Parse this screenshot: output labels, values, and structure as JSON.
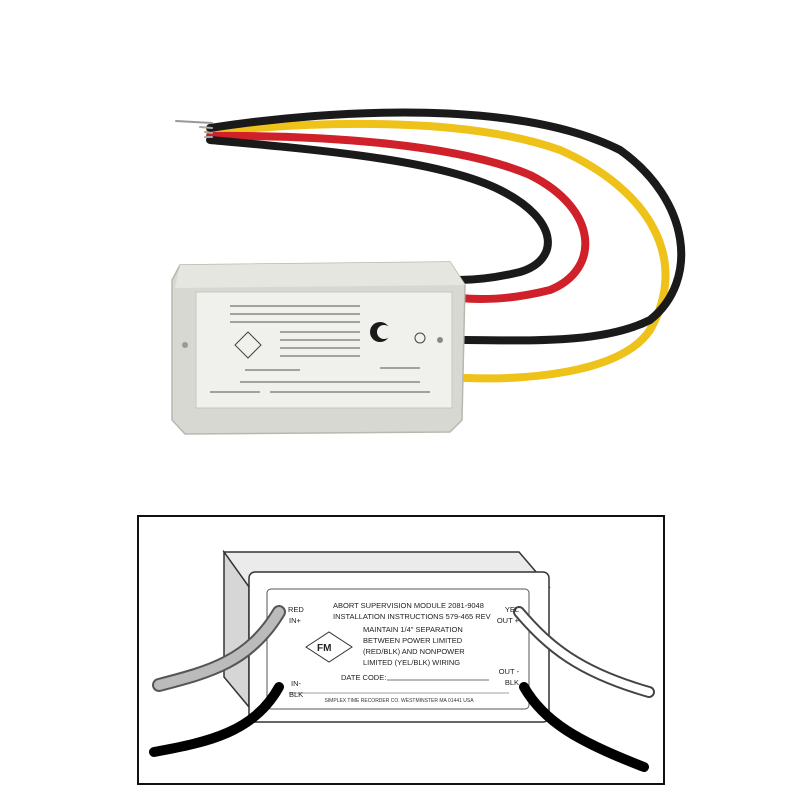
{
  "photo": {
    "wire_colors": {
      "black": "#1a1a1a",
      "red": "#d0202a",
      "yellow": "#efc21a",
      "housing": "#d8d8d2"
    }
  },
  "diagram": {
    "title_line1": "ABORT SUPERVISION MODULE 2081-9048",
    "title_line2": "INSTALLATION INSTRUCTIONS 579-465 REV",
    "left_top_label_1": "RED",
    "left_top_label_2": "IN+",
    "right_top_label_1": "YEL",
    "right_top_label_2": "OUT +",
    "left_bottom_label_1": "IN-",
    "left_bottom_label_2": "BLK",
    "right_bottom_label_1": "OUT -",
    "right_bottom_label_2": "BLK",
    "fm_logo": "FM",
    "warning_line1": "MAINTAIN 1/4\" SEPARATION",
    "warning_line2": "BETWEEN POWER LIMITED",
    "warning_line3": "(RED/BLK) AND NONPOWER",
    "warning_line4": "LIMITED (YEL/BLK) WIRING",
    "date_code_label": "DATE CODE:",
    "footer": "SIMPLEX TIME RECORDER CO. WESTMINSTER MA 01441 USA"
  }
}
